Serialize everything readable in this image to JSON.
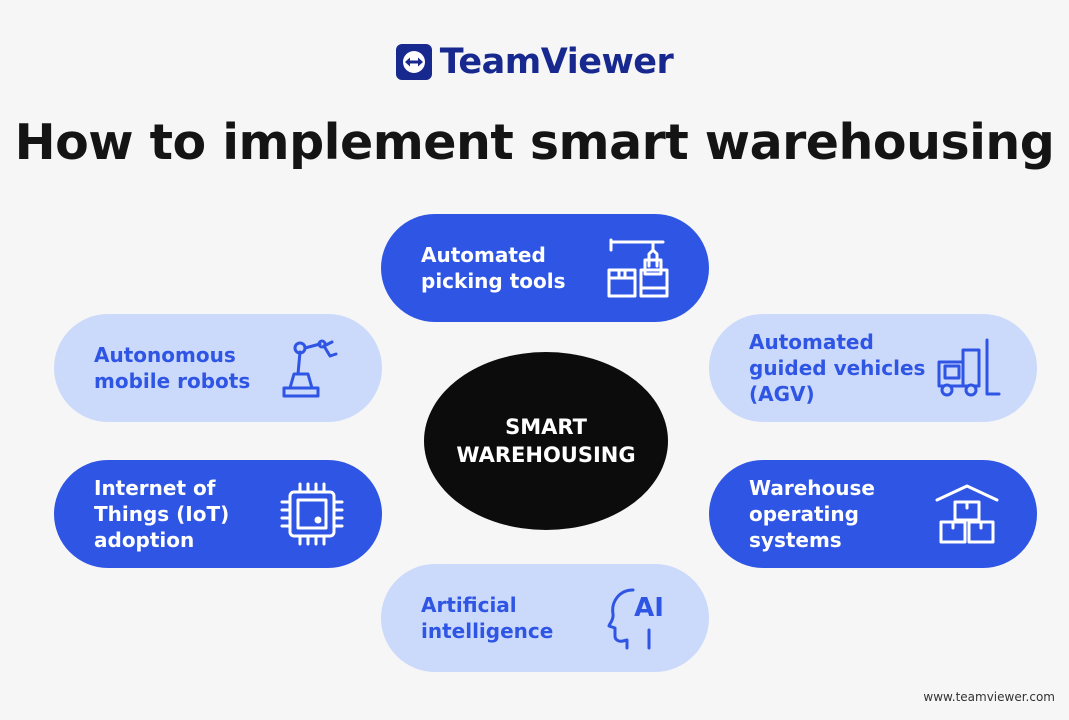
{
  "header": {
    "logo_text": "TeamViewer",
    "title": "How to implement smart warehousing"
  },
  "colors": {
    "brand": "#17288f",
    "accent_blue": "#2f55e4",
    "light_blue": "#cbd9fb",
    "center_black": "#0c0c0c"
  },
  "diagram": {
    "center_label": "SMART\nWAREHOUSING",
    "nodes": [
      {
        "id": "picking",
        "label": "Automated\npicking tools",
        "icon": "picking-arm-icon",
        "style": "dark"
      },
      {
        "id": "amr",
        "label": "Autonomous\nmobile robots",
        "icon": "robot-arm-icon",
        "style": "light"
      },
      {
        "id": "agv",
        "label": "Automated\nguided vehicles\n(AGV)",
        "icon": "forklift-icon",
        "style": "light"
      },
      {
        "id": "iot",
        "label": "Internet of\nThings (IoT)\nadoption",
        "icon": "chip-icon",
        "style": "dark"
      },
      {
        "id": "wos",
        "label": "Warehouse\noperating\nsystems",
        "icon": "warehouse-icon",
        "style": "dark"
      },
      {
        "id": "ai",
        "label": "Artificial\nintelligence",
        "icon": "ai-head-icon",
        "style": "light"
      }
    ]
  },
  "ai_icon_text": "AI",
  "footer": {
    "url": "www.teamviewer.com"
  }
}
